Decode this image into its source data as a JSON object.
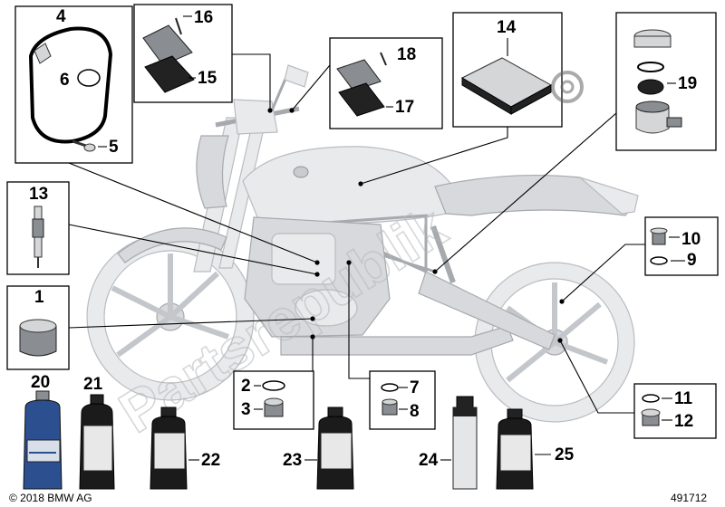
{
  "labels": {
    "p1": "1",
    "p2": "2",
    "p3": "3",
    "p4": "4",
    "p5": "5",
    "p6": "6",
    "p7": "7",
    "p8": "8",
    "p9": "9",
    "p10": "10",
    "p11": "11",
    "p12": "12",
    "p13": "13",
    "p14": "14",
    "p15": "15",
    "p16": "16",
    "p17": "17",
    "p18": "18",
    "p19": "19",
    "p20": "20",
    "p21": "21",
    "p22": "22",
    "p23": "23",
    "p24": "24",
    "p25": "25"
  },
  "copyright": "© 2018 BMW AG",
  "diagram_number": "491712",
  "watermark": "Partsrepublik"
}
